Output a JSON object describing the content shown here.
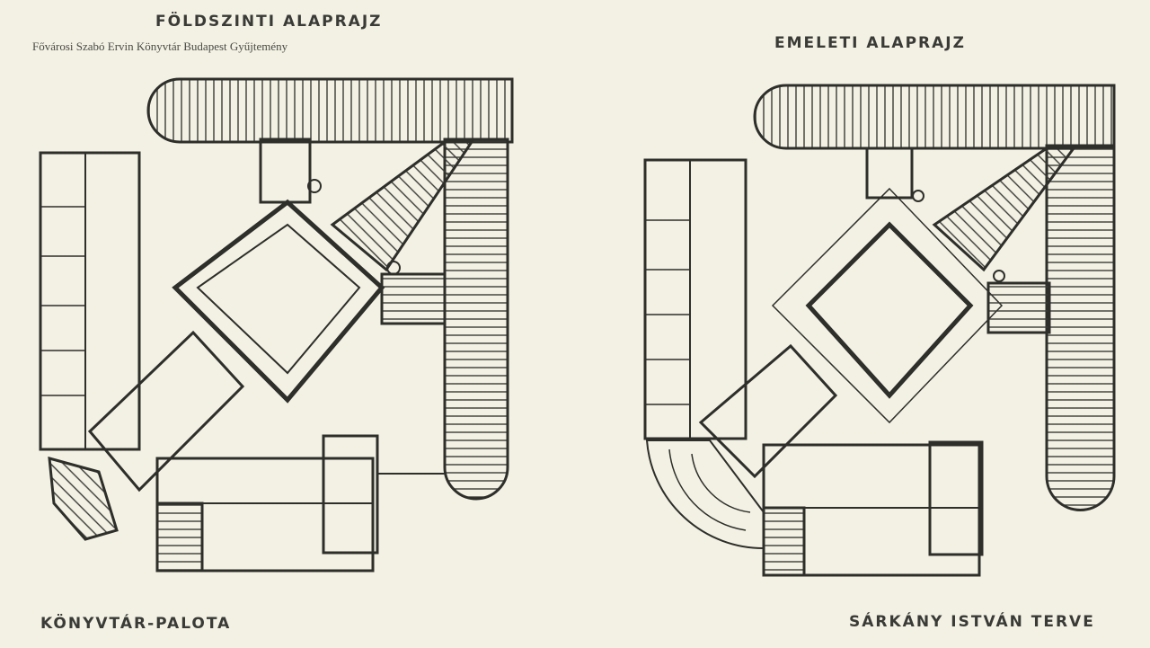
{
  "watermark": "Fővárosi Szabó Ervin Könyvtár Budapest Gyűjtemény",
  "left_plan": {
    "title": "FÖLDSZINTI ALAPRAJZ"
  },
  "right_plan": {
    "title": "EMELETI ALAPRAJZ"
  },
  "caption_left": "KÖNYVTÁR-PALOTA",
  "caption_right": "SÁRKÁNY ISTVÁN TERVE",
  "colors": {
    "paper": "#f3f1e4",
    "ink": "#2e2e2a"
  }
}
